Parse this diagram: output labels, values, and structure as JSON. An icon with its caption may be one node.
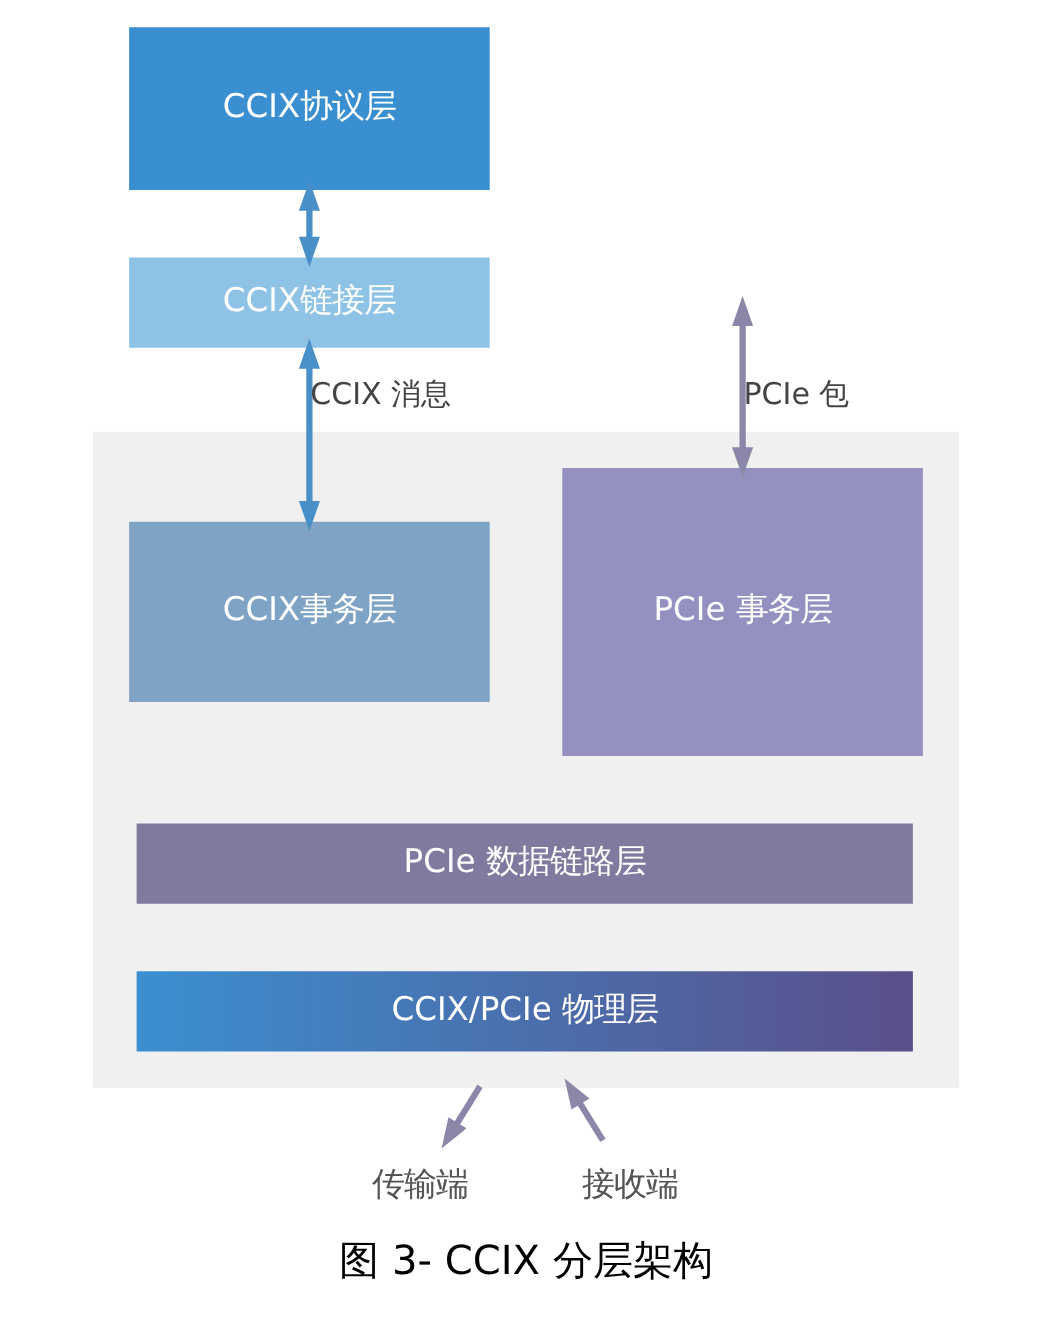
{
  "diagram": {
    "caption": "图 3- CCIX 分层架构",
    "nodes": [
      {
        "text": [
          "CCIX协议层"
        ]
      },
      {
        "text": [
          "CCIX链接层"
        ]
      },
      {
        "text": [],
        "shape": "box"
      },
      {
        "text": [
          "CCIX事务层"
        ],
        "in": 2
      },
      {
        "text": [
          "PCIe 事务层"
        ],
        "in": 2
      },
      {
        "text": [
          "PCIe 数据链路层"
        ],
        "in": 2
      },
      {
        "text": [
          "CCIX/PCIe 物理层"
        ],
        "in": 2
      },
      {
        "text": [
          "传输端"
        ]
      },
      {
        "text": [
          "接收端"
        ]
      }
    ],
    "edges": [
      {
        "from": 0,
        "to": 1,
        "arrow": "both",
        "color": "#4a90c8"
      },
      {
        "from": 1,
        "to": 3,
        "arrow": "both",
        "label": "CCIX 消息",
        "color": "#4a90c8"
      },
      {
        "from": null,
        "to": 4,
        "arrow": "both",
        "label": "PCIe 包"
      },
      {
        "from": 2,
        "to": 7,
        "arrow": "to"
      },
      {
        "from": 8,
        "to": 2,
        "arrow": "to"
      }
    ]
  }
}
